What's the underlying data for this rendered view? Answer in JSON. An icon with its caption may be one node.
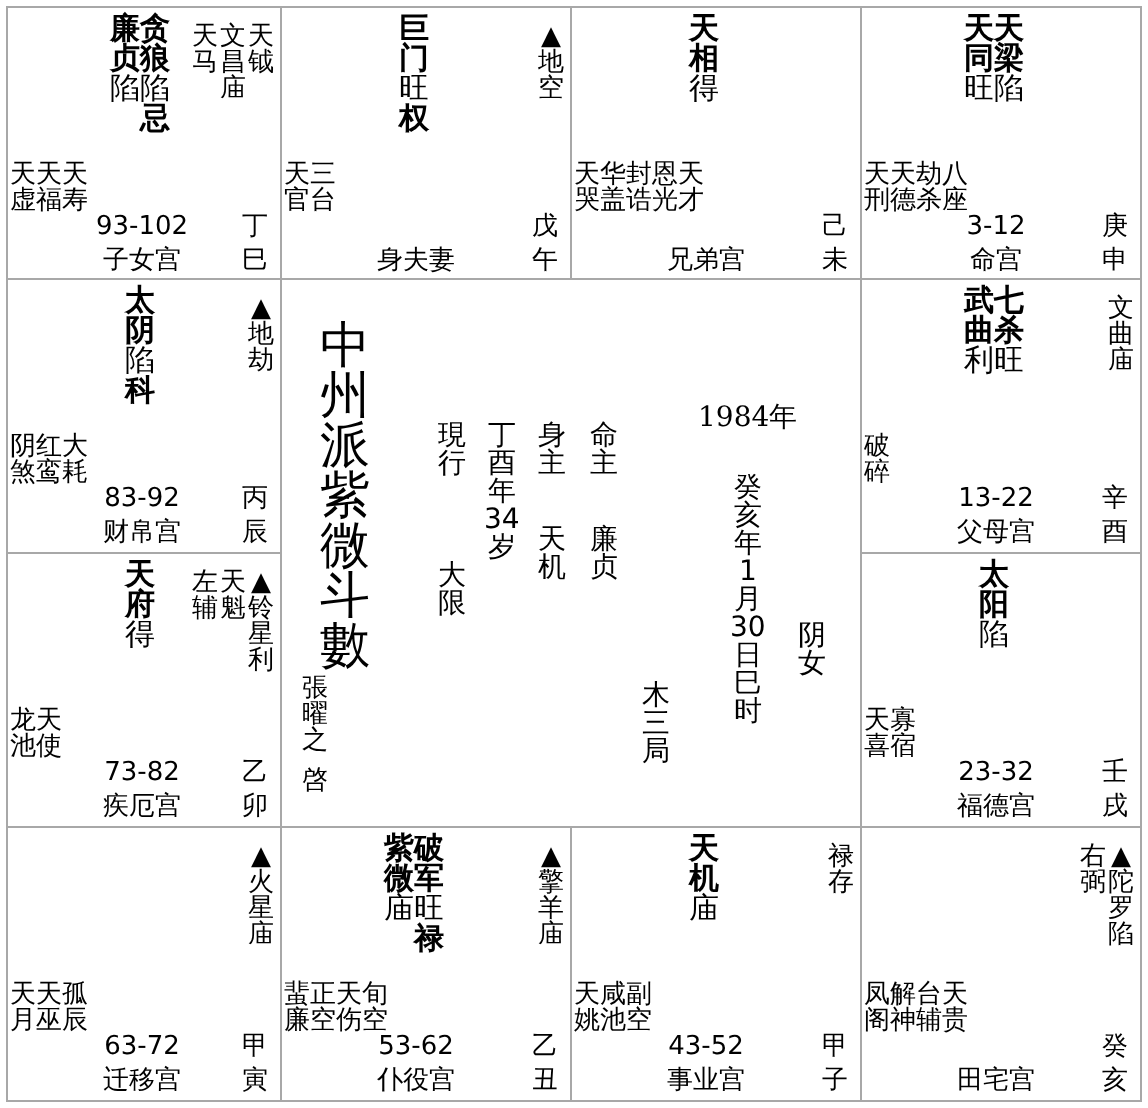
{
  "diagram": {
    "nodes": [
      {
        "text": [
          "**廉贞**陷",
          "**贪狼**陷**忌**",
          "天马",
          "文昌庙",
          "天钺",
          "天虚",
          "天福",
          "天寿",
          "93-102",
          "子女宫",
          "丁",
          "巳"
        ]
      },
      {
        "text": [
          "**巨门**旺**权**",
          "▲地空",
          "天官",
          "三台",
          "身夫妻",
          "戊",
          "午"
        ]
      },
      {
        "text": [
          "**天相**得",
          "天哭",
          "华盖",
          "封诰",
          "恩光",
          "天才",
          "兄弟宫",
          "己",
          "未"
        ]
      },
      {
        "text": [
          "**天同**旺",
          "**天梁**陷",
          "天刑",
          "天德",
          "劫杀",
          "八座",
          "3-12",
          "命宫",
          "庚",
          "申"
        ]
      },
      {
        "text": [
          "**太阴**陷**科**",
          "▲地劫",
          "阴煞",
          "红鸾",
          "大耗",
          "83-92",
          "财帛宫",
          "丙",
          "辰"
        ]
      },
      {
        "text": [
          "中州派紫微斗數",
          "張曜之",
          "啓",
          "現行",
          "大限",
          "丁酉年34岁",
          "身主",
          "天机",
          "命主",
          "廉贞",
          "1984年",
          "癸亥年1月30日巳时",
          "阴女",
          "木三局"
        ]
      },
      {
        "text": [
          "**武曲**利",
          "**七杀**旺",
          "文曲庙",
          "破碎",
          "13-22",
          "父母宫",
          "辛",
          "酉"
        ]
      },
      {
        "text": [
          "**天府**得",
          "左辅",
          "天魁",
          "▲铃星利",
          "龙池",
          "天使",
          "73-82",
          "疾厄宫",
          "乙",
          "卯"
        ]
      },
      {
        "text": [
          "**太阳**陷",
          "天喜",
          "寡宿",
          "23-32",
          "福德宫",
          "壬",
          "戌"
        ]
      },
      {
        "text": [
          "▲火星庙",
          "天月",
          "天巫",
          "孤辰",
          "63-72",
          "迁移宫",
          "甲",
          "寅"
        ]
      },
      {
        "text": [
          "**紫微**庙",
          "**破军**旺**禄**",
          "▲擎羊庙",
          "蜚廉",
          "正空",
          "天伤",
          "旬空",
          "53-62",
          "仆役宫",
          "乙",
          "丑"
        ]
      },
      {
        "text": [
          "**天机**庙",
          "禄存",
          "天姚",
          "咸池",
          "副空",
          "43-52",
          "事业宫",
          "甲",
          "子"
        ]
      },
      {
        "text": [
          "右弼",
          "▲陀罗陷",
          "凤阁",
          "解神",
          "台辅",
          "天贵",
          "田宅宫",
          "癸",
          "亥"
        ]
      }
    ]
  }
}
